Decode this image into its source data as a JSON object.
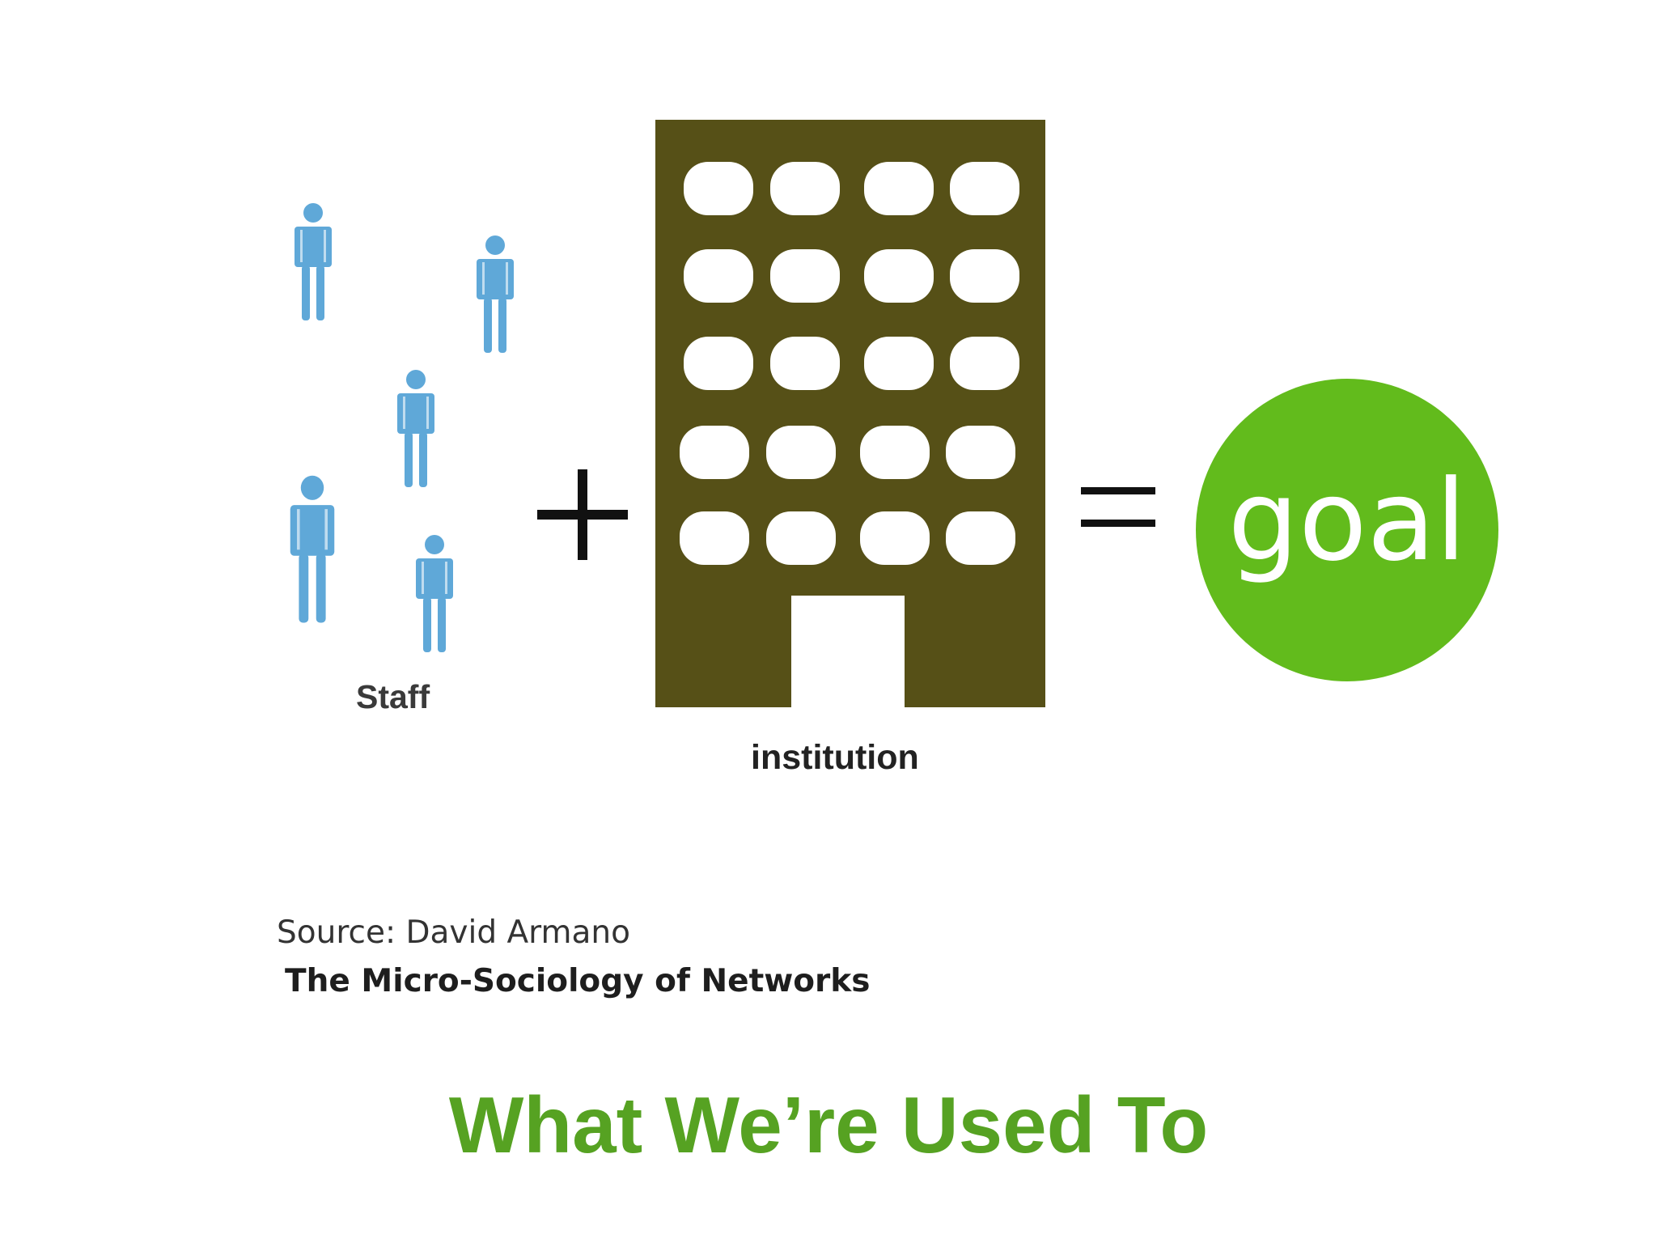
{
  "diagram": {
    "staff_label": "Staff",
    "institution_label": "institution",
    "plus_symbol": "+",
    "equals_symbol": "=",
    "goal_label": "goal"
  },
  "source": {
    "line": "Source:  David Armano",
    "title": "The Micro-Sociology of Networks"
  },
  "slide_title": "What We’re Used To",
  "icons": {
    "person": "person-icon",
    "building": "building-icon",
    "goal": "goal-circle"
  },
  "colors": {
    "person": "#5fa8d8",
    "building": "#565017",
    "window": "#ffffff",
    "goal": "#62bb1c",
    "title": "#56a222"
  }
}
